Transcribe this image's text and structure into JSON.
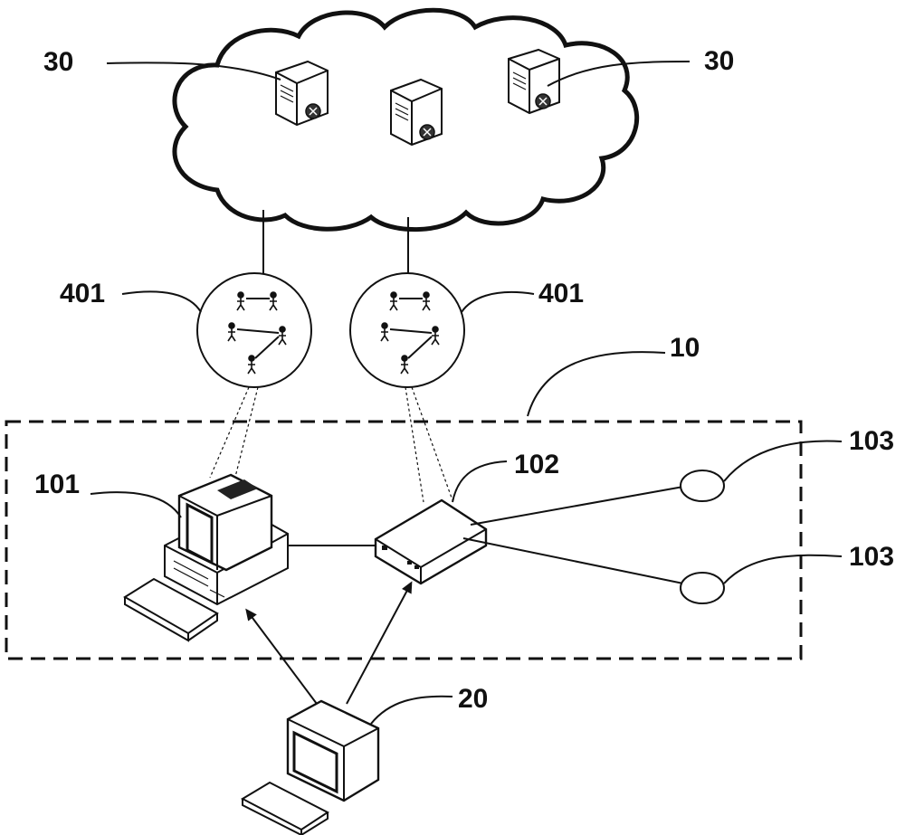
{
  "labels": {
    "server_group_left": "30",
    "server_group_right": "30",
    "network_left": "401",
    "network_right": "401",
    "system_box": "10",
    "computer": "101",
    "gateway": "102",
    "sensor_top": "103",
    "sensor_bottom": "103",
    "terminal": "20"
  },
  "icons": {
    "cloud": "cloud-icon",
    "server": "server-icon",
    "network": "network-nodes-icon",
    "desktop": "desktop-computer-icon",
    "gateway": "router-box-icon",
    "sensor": "sensor-node-icon",
    "terminal": "terminal-computer-icon"
  }
}
